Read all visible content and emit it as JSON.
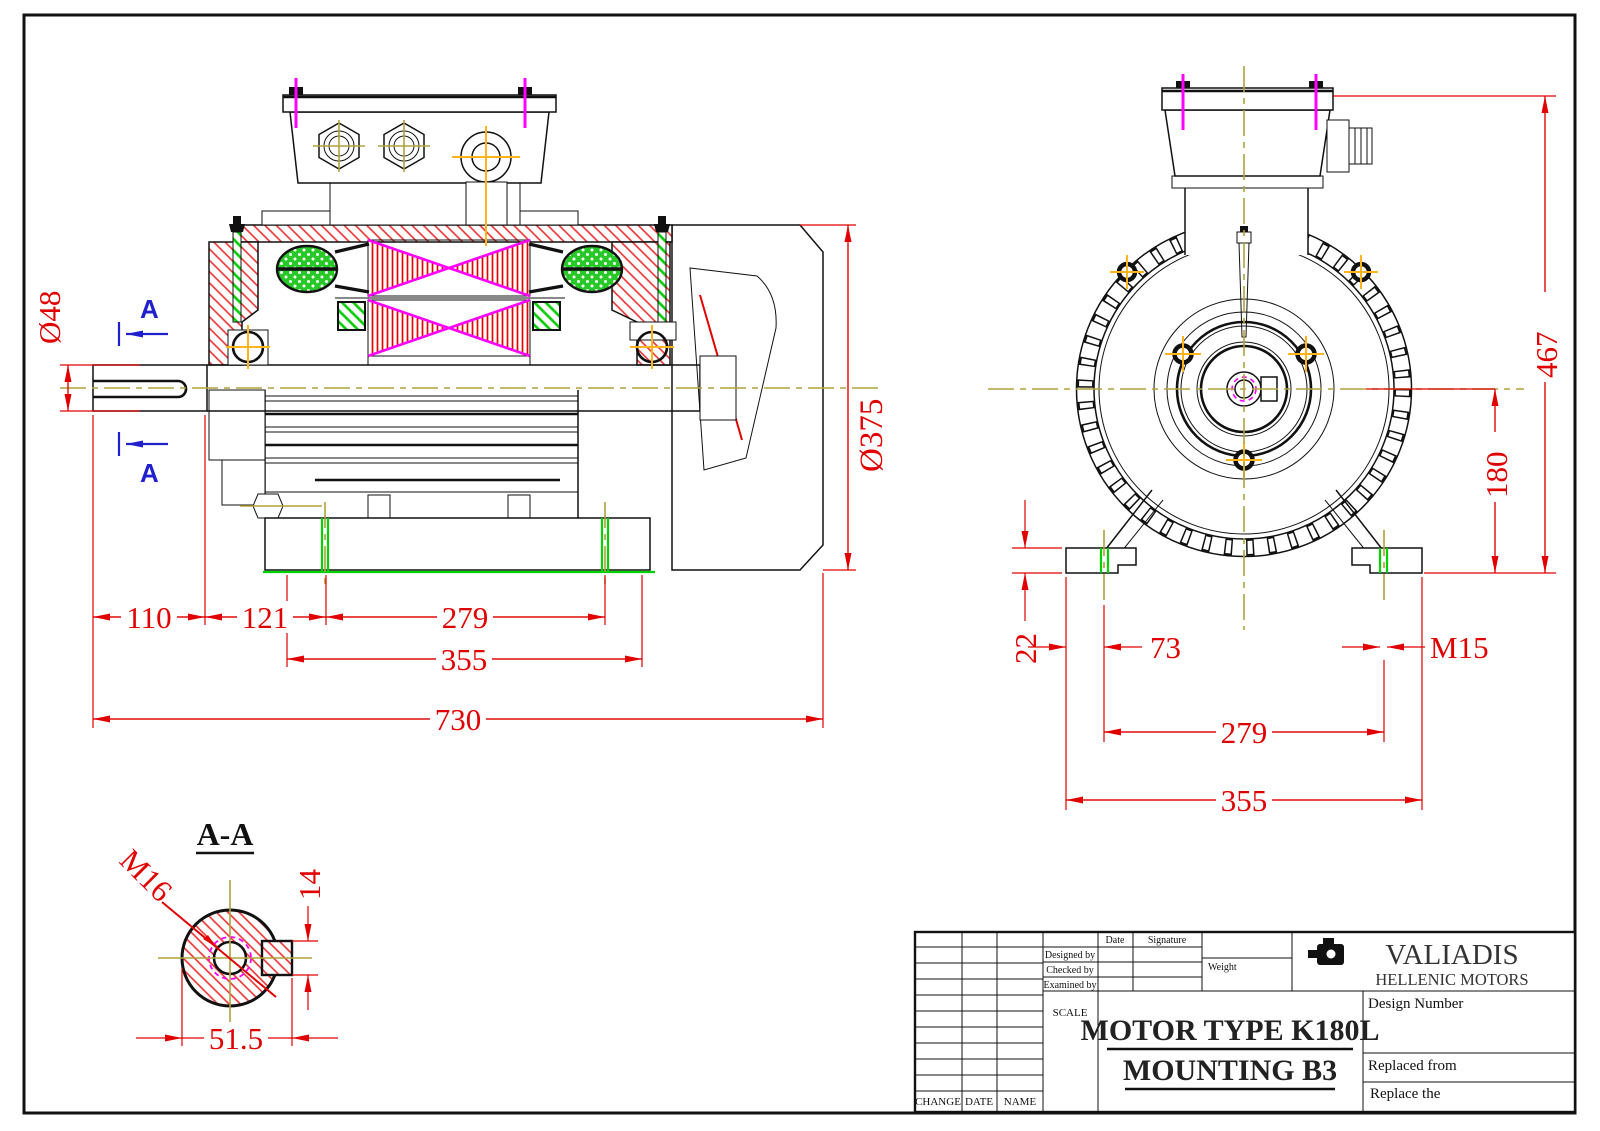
{
  "side_view": {
    "dim_shaft_dia": "Ø48",
    "dim_body_dia": "Ø375",
    "dim_shaft_len": "110",
    "dim_bearing_offset": "121",
    "dim_foot_holes": "279",
    "dim_foot_plate": "355",
    "dim_total_len": "730",
    "section_marker_top": "A",
    "section_marker_bottom": "A"
  },
  "front_view": {
    "dim_total_height": "467",
    "dim_center_height": "180",
    "dim_foot_thickness": "22",
    "dim_hole_offset": "73",
    "dim_hole_thread": "M15",
    "dim_hole_spacing": "279",
    "dim_foot_span": "355"
  },
  "section_aa": {
    "title": "A-A",
    "dim_thread": "M16",
    "dim_key_depth": "14",
    "dim_width": "51.5"
  },
  "title_block": {
    "date": "Date",
    "signature": "Signature",
    "designed_by": "Designed by",
    "checked_by": "Checked by",
    "examined_by": "Examined by",
    "weight": "Weight",
    "scale": "SCALE",
    "change": "CHANGE",
    "date_col": "DATE",
    "name_col": "NAME",
    "brand": "VALIADIS",
    "brand_sub": "HELLENIC MOTORS",
    "design_number": "Design Number",
    "replaced_from": "Replaced from",
    "replace_the": "Replace the",
    "title_line1": "MOTOR TYPE K180L",
    "title_line2": "MOUNTING  B3"
  },
  "colors": {
    "dimension_red": "#e00000",
    "centerline_olive": "#b0a23c",
    "centerline_orange": "#ffb41e",
    "hatch_magenta": "#ff00ff",
    "foot_green": "#00d200",
    "section_blue": "#2020cc"
  }
}
